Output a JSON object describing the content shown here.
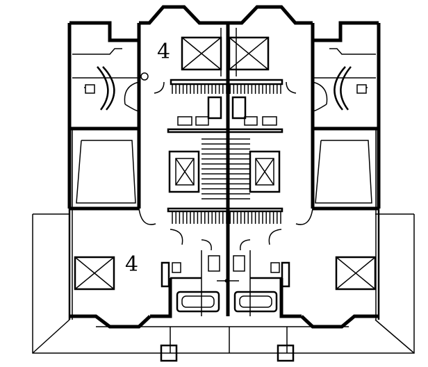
{
  "plan": {
    "room_labels": [
      {
        "id": "upper",
        "text": "4"
      },
      {
        "id": "lower",
        "text": "4"
      }
    ]
  }
}
